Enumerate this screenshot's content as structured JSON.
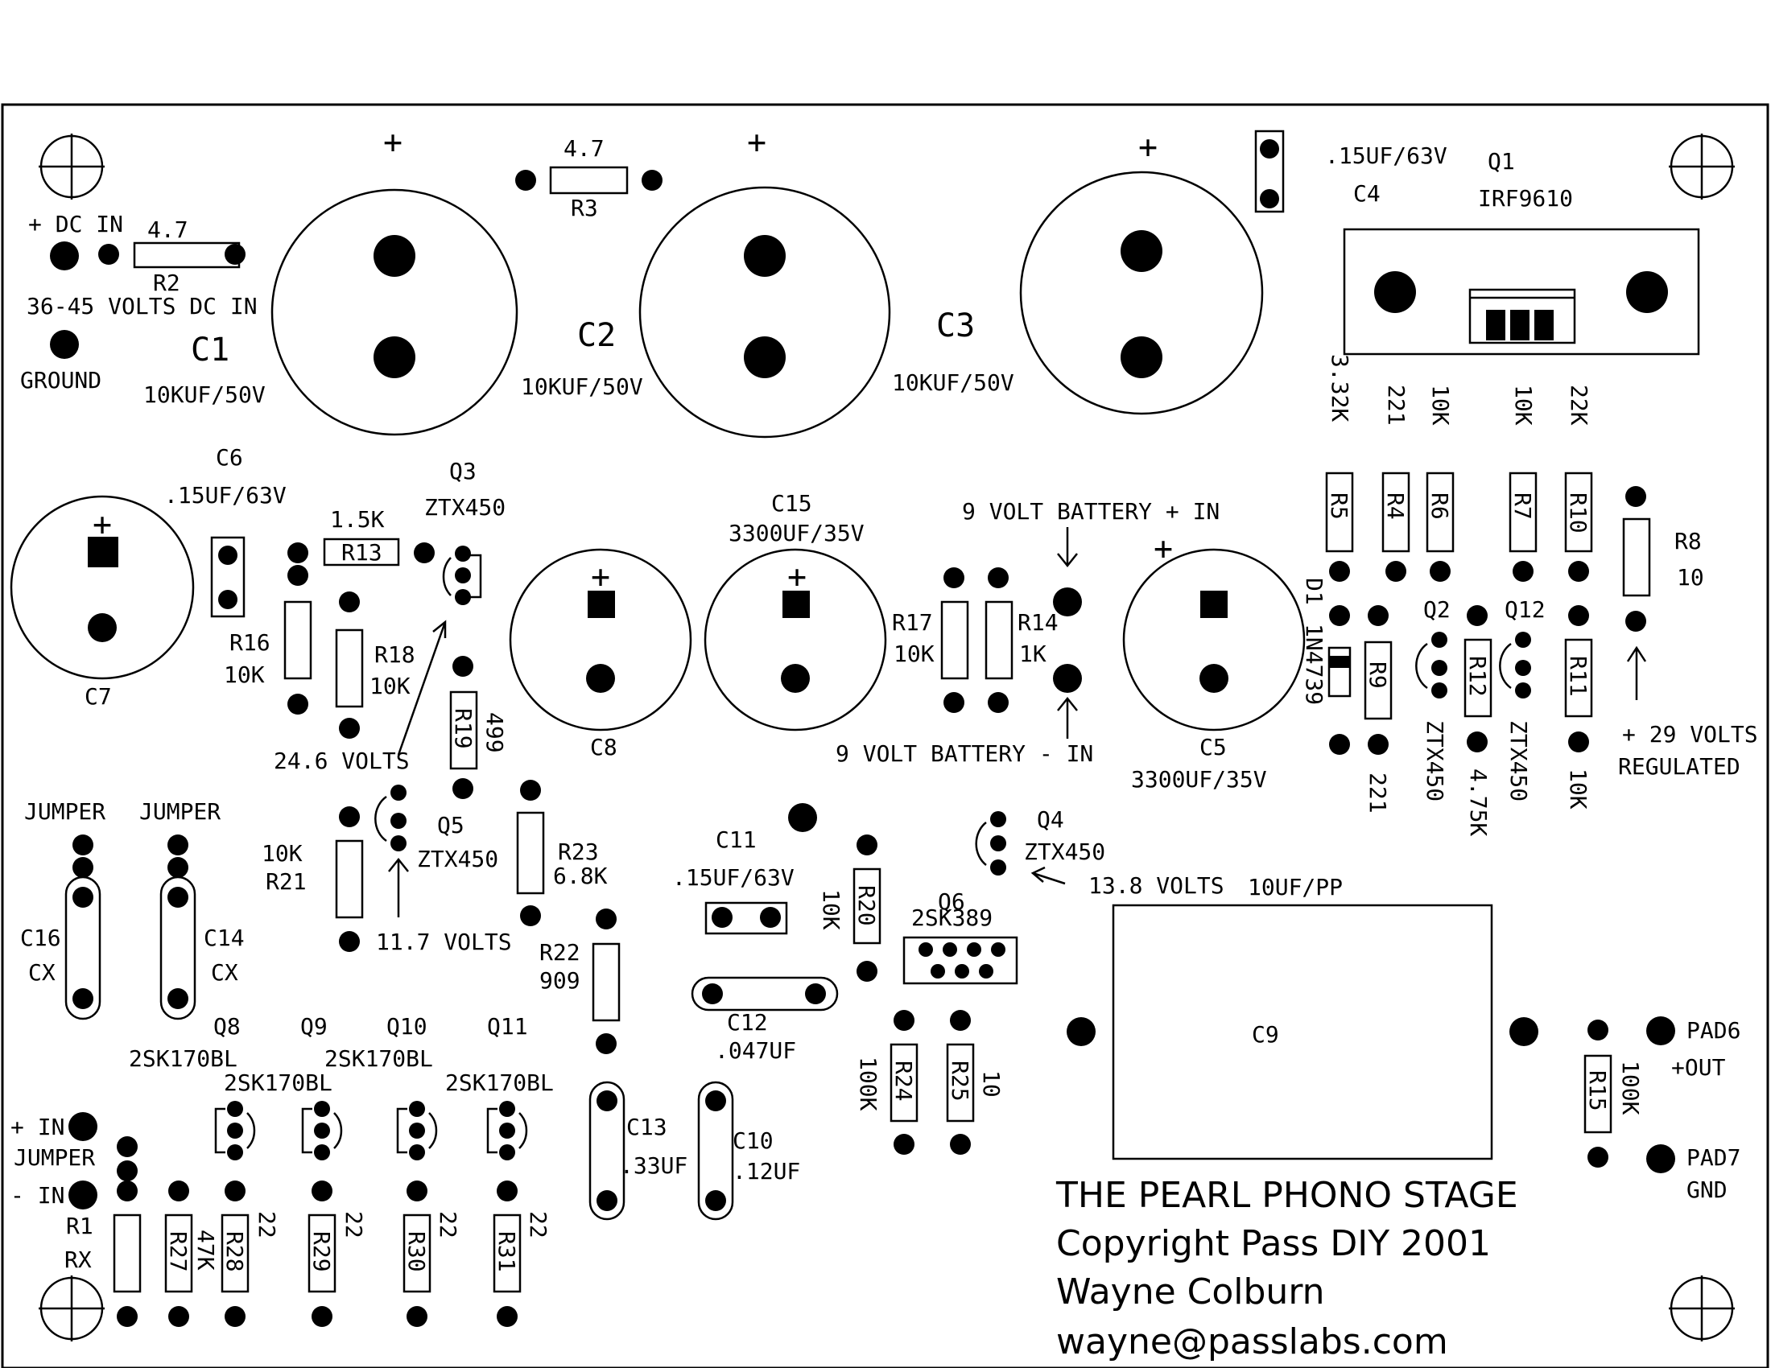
{
  "components": {
    "dc_in": {
      "plus": "+ DC IN",
      "range": "36-45 VOLTS DC IN",
      "ground": "GROUND"
    },
    "r2": {
      "ref": "R2",
      "value": "4.7"
    },
    "r3": {
      "ref": "R3",
      "value": "4.7"
    },
    "c1": {
      "ref": "C1",
      "value": "10KUF/50V"
    },
    "c2": {
      "ref": "C2",
      "value": "10KUF/50V"
    },
    "c3": {
      "ref": "C3",
      "value": "10KUF/50V"
    },
    "c4": {
      "ref": "C4",
      "value": ".15UF/63V"
    },
    "q1": {
      "ref": "Q1",
      "value": "IRF9610"
    },
    "c6": {
      "ref": "C6",
      "value": ".15UF/63V"
    },
    "c7": {
      "ref": "C7"
    },
    "r13": {
      "ref": "R13",
      "value": "1.5K"
    },
    "q3": {
      "ref": "Q3",
      "value": "ZTX450"
    },
    "c15": {
      "ref": "C15",
      "value": "3300UF/35V"
    },
    "c8": {
      "ref": "C8"
    },
    "battery_plus": "9 VOLT BATTERY + IN",
    "battery_minus": "9 VOLT BATTERY - IN",
    "r17": {
      "ref": "R17",
      "value": "10K"
    },
    "r14": {
      "ref": "R14",
      "value": "1K"
    },
    "c5": {
      "ref": "C5",
      "value": "3300UF/35V"
    },
    "r16": {
      "ref": "R16",
      "value": "10K"
    },
    "r18": {
      "ref": "R18",
      "value": "10K"
    },
    "r19": {
      "ref": "R19",
      "value": "499"
    },
    "v246": "24.6 VOLTS",
    "r5": {
      "ref": "R5",
      "value": "3.32K"
    },
    "r4": {
      "ref": "R4",
      "value": "221"
    },
    "r6": {
      "ref": "R6",
      "value": "10K"
    },
    "r7": {
      "ref": "R7",
      "value": "10K"
    },
    "r10": {
      "ref": "R10",
      "value": "22K"
    },
    "r8": {
      "ref": "R8",
      "value": "10"
    },
    "d1": {
      "ref": "D1",
      "value": "1N4739"
    },
    "q2": {
      "ref": "Q2",
      "value": "ZTX450"
    },
    "q12": {
      "ref": "Q12",
      "value": "ZTX450"
    },
    "r9": {
      "ref": "R9",
      "value": "221"
    },
    "r12": {
      "ref": "R12",
      "value": "4.75K"
    },
    "r11": {
      "ref": "R11",
      "value": "10K"
    },
    "regulated": {
      "line1": "+ 29 VOLTS",
      "line2": "REGULATED"
    },
    "jumper1": "JUMPER",
    "jumper2": "JUMPER",
    "r21": {
      "ref": "R21",
      "value": "10K"
    },
    "q5": {
      "ref": "Q5",
      "value": "ZTX450"
    },
    "r23": {
      "ref": "R23",
      "value": "6.8K"
    },
    "v117": "11.7 VOLTS",
    "c11": {
      "ref": "C11",
      "value": ".15UF/63V"
    },
    "r20": {
      "ref": "R20",
      "value": "10K"
    },
    "q4": {
      "ref": "Q4",
      "value": "ZTX450"
    },
    "v138": "13.8 VOLTS",
    "c9": {
      "ref": "C9",
      "value": "10UF/PP"
    },
    "q6": {
      "ref": "Q6",
      "value": "2SK389"
    },
    "c16": {
      "ref": "C16",
      "value": "CX"
    },
    "c14": {
      "ref": "C14",
      "value": "CX"
    },
    "r22": {
      "ref": "R22",
      "value": "909"
    },
    "c12": {
      "ref": "C12",
      "value": ".047UF"
    },
    "r24": {
      "ref": "R24",
      "value": "100K"
    },
    "r25": {
      "ref": "R25",
      "value": "10"
    },
    "q8": {
      "ref": "Q8",
      "value": "2SK170BL"
    },
    "q9": {
      "ref": "Q9",
      "value": "2SK170BL"
    },
    "q10": {
      "ref": "Q10",
      "value": "2SK170BL"
    },
    "q11": {
      "ref": "Q11",
      "value": "2SK170BL"
    },
    "c13": {
      "ref": "C13",
      "value": ".33UF"
    },
    "c10": {
      "ref": "C10",
      "value": ".12UF"
    },
    "pad6": {
      "ref": "PAD6",
      "value": "+OUT"
    },
    "pad7": {
      "ref": "PAD7",
      "value": "GND"
    },
    "r15": {
      "ref": "R15",
      "value": "100K"
    },
    "input": {
      "plus": "+ IN",
      "jumper": "JUMPER",
      "minus": "- IN"
    },
    "r1": {
      "ref": "R1",
      "value": "RX"
    },
    "r27": {
      "ref": "R27",
      "value": "47K"
    },
    "r28": {
      "ref": "R28",
      "value": "22"
    },
    "r29": {
      "ref": "R29",
      "value": "22"
    },
    "r30": {
      "ref": "R30",
      "value": "22"
    },
    "r31": {
      "ref": "R31",
      "value": "22"
    },
    "plus_mark": "+"
  },
  "credits": {
    "title": "THE PEARL PHONO STAGE",
    "copyright": "Copyright Pass DIY 2001",
    "author": "Wayne Colburn",
    "email": "wayne@passlabs.com"
  }
}
